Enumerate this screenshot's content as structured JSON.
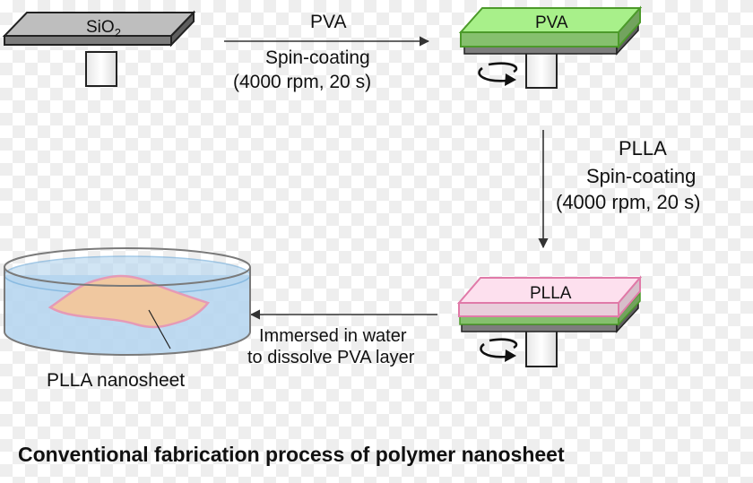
{
  "steps": {
    "substrate_label": "SiO",
    "substrate_subscript": "2",
    "pva_plate_label": "PVA",
    "plla_plate_label": "PLLA",
    "dish_label": "PLLA nanosheet"
  },
  "arrows": {
    "step1": {
      "line1": "PVA",
      "line2": "Spin-coating",
      "line3": "(4000 rpm, 20 s)"
    },
    "step2": {
      "line1": "PLLA",
      "line2": "Spin-coating",
      "line3": "(4000 rpm, 20 s)"
    },
    "step3": {
      "line1": "Immersed in water",
      "line2": "to dissolve PVA layer"
    }
  },
  "caption": "Conventional fabrication process of polymer nanosheet",
  "colors": {
    "substrate": "#bebebe",
    "pva": "#a8f08a",
    "plla": "#fde0ee",
    "water": "#b3d4ee",
    "sheet": "#f0c8a0"
  }
}
